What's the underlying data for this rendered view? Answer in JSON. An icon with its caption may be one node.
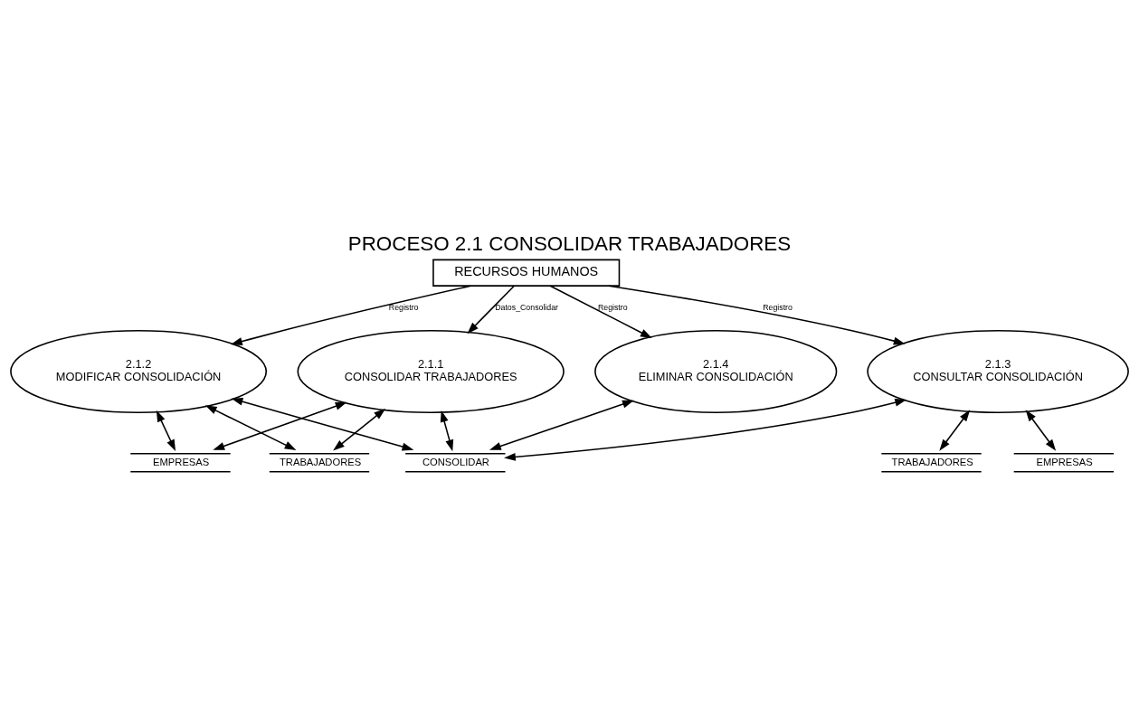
{
  "diagram": {
    "title": "PROCESO 2.1 CONSOLIDAR TRABAJADORES",
    "nodes": [
      {
        "text": [
          "RECURSOS HUMANOS"
        ]
      },
      {
        "text": [
          "TRABAJADORES"
        ]
      },
      {
        "text": [
          "TRABAJADORES"
        ]
      },
      {
        "text": [
          "2.1.1",
          "CONSOLIDAR TRABAJADORES"
        ]
      },
      {
        "text": [
          "2.1.2",
          "MODIFICAR CONSOLIDACIÓN"
        ]
      },
      {
        "text": [
          "2.1.3",
          "CONSULTAR CONSOLIDACIÓN"
        ]
      },
      {
        "text": [
          "2.1.4",
          "ELIMINAR CONSOLIDACIÓN"
        ]
      },
      {
        "text": [
          "EMPRESAS"
        ]
      },
      {
        "text": [
          "EMPRESAS"
        ]
      },
      {
        "text": [
          "CONSOLIDAR"
        ]
      }
    ],
    "edges": [
      {
        "from": 0,
        "to": 3,
        "arrow": "to",
        "label": "Datos_Consolidar"
      },
      {
        "from": 0,
        "to": 4,
        "arrow": "to",
        "label": "Registro"
      },
      {
        "from": 0,
        "to": 5,
        "arrow": "to",
        "label": "Registro"
      },
      {
        "from": 0,
        "to": 6,
        "arrow": "to",
        "label": "Registro"
      },
      {
        "from": 3,
        "to": 1,
        "arrow": "both"
      },
      {
        "from": 4,
        "to": 1,
        "arrow": "both"
      },
      {
        "from": 5,
        "to": 2,
        "arrow": "both"
      },
      {
        "from": 3,
        "to": 7,
        "arrow": "both"
      },
      {
        "from": 4,
        "to": 7,
        "arrow": "both"
      },
      {
        "from": 5,
        "to": 8,
        "arrow": "both"
      },
      {
        "from": 3,
        "to": 9,
        "arrow": "both"
      },
      {
        "from": 4,
        "to": 9,
        "arrow": "both"
      },
      {
        "from": 5,
        "to": 9,
        "arrow": "both"
      },
      {
        "from": 6,
        "to": 9,
        "arrow": "both"
      }
    ]
  }
}
